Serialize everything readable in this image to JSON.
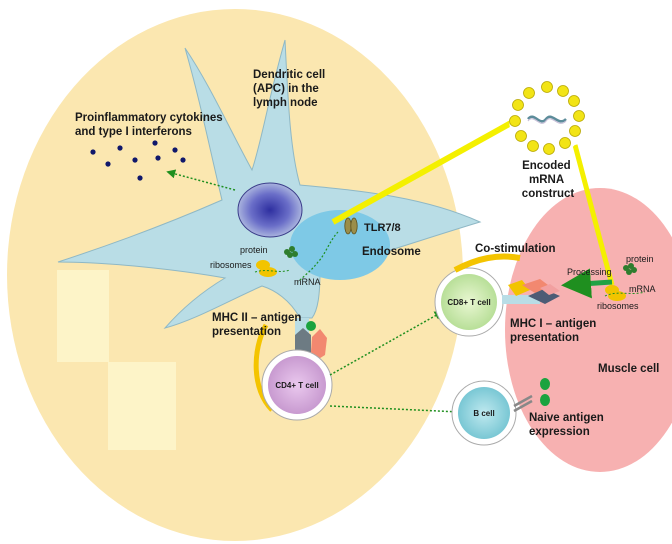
{
  "labels": {
    "cytokines": [
      "Proinflammatory cytokines",
      "and type I interferons"
    ],
    "dendritic": [
      "Dendritic cell",
      "(APC) in the",
      "lymph node"
    ],
    "construct": [
      "Encoded",
      "mRNA",
      "construct"
    ],
    "tlr": "TLR7/8",
    "endosome": "Endosome",
    "protein_apc": "protein",
    "ribosomes_apc": "ribosomes",
    "mrna_apc": "mRNA",
    "costim": "Co-stimulation",
    "cd8": "CD8+ T cell",
    "mhc1": [
      "MHC I – antigen",
      "presentation"
    ],
    "processing": "Processing",
    "protein_muscle": "protein",
    "mrna_muscle": "mRNA",
    "ribosomes_muscle": "ribosomes",
    "muscle": "Muscle cell",
    "mhc2": [
      "MHC II – antigen",
      "presentation"
    ],
    "cd4": "CD4+ T cell",
    "bcell": "B cell",
    "naive": [
      "Naive antigen",
      "expression"
    ]
  },
  "colors": {
    "lymph_node": "#fbe7b0",
    "dendritic_cell": "#b9dde6",
    "endosome": "#7ec9e6",
    "muscle_cell": "#f7b1b1",
    "yellow_link": "#f4f000",
    "arrow_green": "#1f8f1f",
    "lipid": "#f2e416"
  }
}
